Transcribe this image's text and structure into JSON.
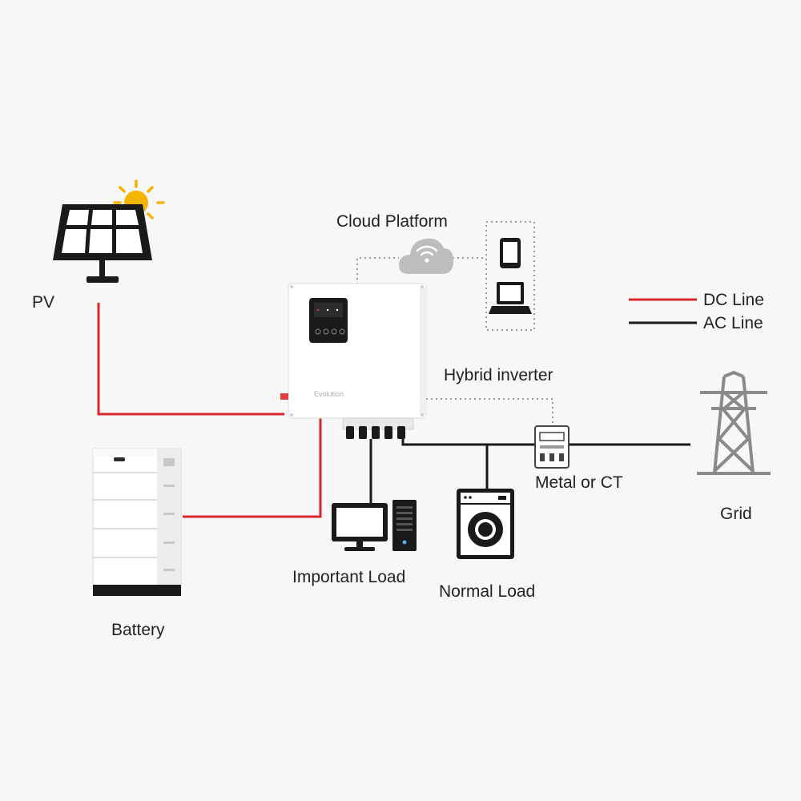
{
  "labels": {
    "pv": "PV",
    "battery": "Battery",
    "cloud_platform": "Cloud Platform",
    "hybrid_inverter": "Hybrid inverter",
    "important_load": "Important Load",
    "normal_load": "Normal Load",
    "meter": "Metal or CT",
    "grid": "Grid",
    "inverter_brand": "Evolution"
  },
  "legend": {
    "dc_line": "DC Line",
    "ac_line": "AC Line"
  },
  "colors": {
    "dc_line": "#d9262c",
    "ac_line": "#1a1a1a",
    "comm_line": "#9a9a9a",
    "icon_dark": "#1a1a1a",
    "sun": "#f4b400",
    "cloud": "#bdbdbd",
    "tower": "#8a8a8a"
  }
}
